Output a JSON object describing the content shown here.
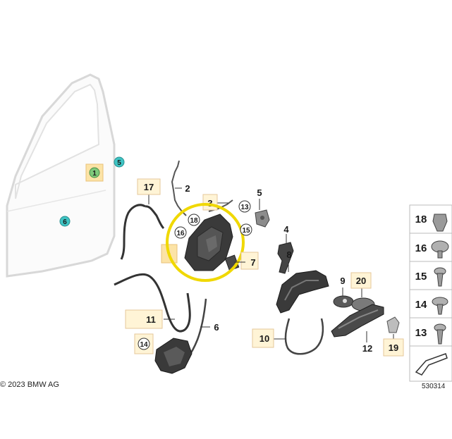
{
  "callouts": {
    "c1": "1",
    "c2": "2",
    "c3": "3",
    "c4": "4",
    "c5a": "5",
    "c5b": "5",
    "c6a": "6",
    "c6b": "6",
    "c7": "7",
    "c8": "8",
    "c9": "9",
    "c10": "10",
    "c11": "11",
    "c12": "12",
    "c13": "13",
    "c14": "14",
    "c15": "15",
    "c16": "16",
    "c17": "17",
    "c18": "18",
    "c19": "19",
    "c20": "20"
  },
  "side_panel": {
    "items": [
      {
        "label": "18",
        "part": "clip-nut"
      },
      {
        "label": "16",
        "part": "round-head-screw"
      },
      {
        "label": "15",
        "part": "torx-screw"
      },
      {
        "label": "14",
        "part": "flange-screw"
      },
      {
        "label": "13",
        "part": "torx-screw"
      }
    ]
  },
  "footer": {
    "copyright": "© 2023 BMW AG",
    "diagram_id": "530314"
  },
  "colors": {
    "highlight_ring": "#f0d800",
    "label_box_fill": "#fff4d6",
    "label_box_border": "#e6c79a",
    "teal_callout": "#3ec4c4",
    "green_callout": "#7ec97a",
    "part_dark": "#3a3a3a",
    "door_outline": "#dcdcdc"
  }
}
